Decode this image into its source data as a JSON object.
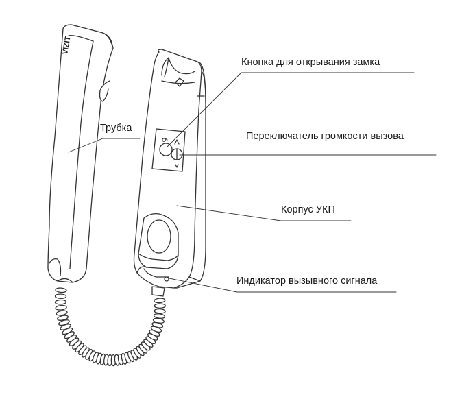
{
  "logo_text": "VIZIT",
  "callouts": {
    "lock_button": "Кнопка для открывания замка",
    "volume_switch": "Переключатель громкости вызова",
    "handset": "Трубка",
    "body": "Корпус УКП",
    "indicator": "Индикатор вызывного сигнала"
  },
  "colors": {
    "line": "#333333",
    "fill": "#ffffff",
    "text": "#1a1a1a"
  }
}
